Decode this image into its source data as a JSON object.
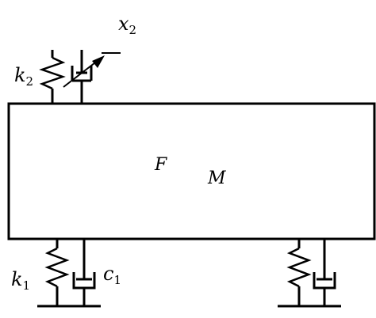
{
  "labels": {
    "mass": "M",
    "force": "F",
    "k1": {
      "base": "k",
      "sub": "1"
    },
    "c1": {
      "base": "c",
      "sub": "1"
    },
    "k2": {
      "base": "k",
      "sub": "2"
    },
    "x2": {
      "base": "x",
      "sub": "2"
    }
  },
  "colors": {
    "line": "#000000",
    "background": "#ffffff"
  }
}
